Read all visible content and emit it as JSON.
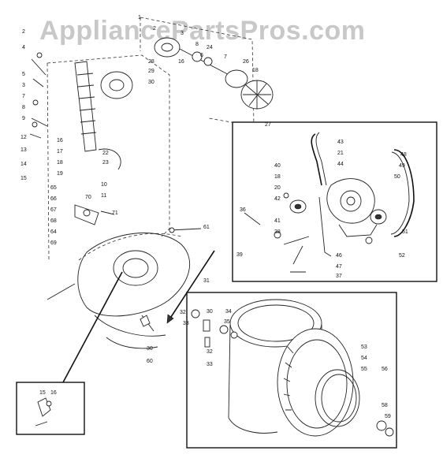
{
  "watermark": "AppliancePartsPros.com",
  "labels": {
    "top": [
      "1",
      "2",
      "3",
      "24",
      "6",
      "7",
      "16",
      "26",
      "18",
      "27",
      "28",
      "29",
      "30",
      "8"
    ],
    "left": [
      "2",
      "4",
      "5",
      "3",
      "7",
      "8",
      "9",
      "12",
      "13",
      "14",
      "15",
      "16",
      "17",
      "18",
      "19",
      "10",
      "11",
      "22",
      "23",
      "65",
      "66",
      "67",
      "68",
      "64",
      "69",
      "70",
      "71",
      "61",
      "60",
      "30",
      "31",
      "32",
      "33"
    ],
    "motor": [
      "43",
      "21",
      "44",
      "40",
      "18",
      "20",
      "42",
      "41",
      "36",
      "38",
      "39",
      "46",
      "47",
      "37",
      "48",
      "49",
      "50",
      "51",
      "52"
    ],
    "drum": [
      "30",
      "34",
      "35",
      "32",
      "33",
      "53",
      "54",
      "55",
      "56",
      "58",
      "59"
    ],
    "inset": [
      "15",
      "16"
    ]
  }
}
